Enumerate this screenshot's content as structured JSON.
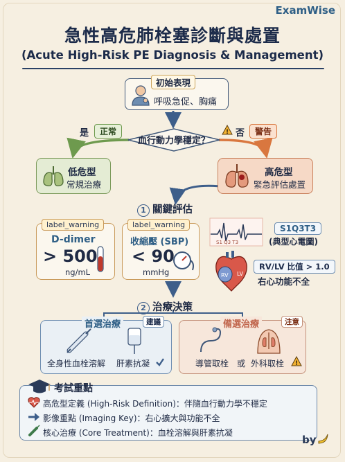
{
  "brand": "ExamWise",
  "title": "急性高危肺栓塞診斷與處置",
  "subtitle": "(Acute High-Risk PE Diagnosis & Management)",
  "initial": {
    "tag": "初始表現",
    "text": "呼吸急促、胸痛"
  },
  "decision": {
    "question": "血行動力學穩定？",
    "yes_label": "是",
    "yes_tag": "正常",
    "no_label": "否",
    "no_tag": "警告"
  },
  "low_risk": {
    "title": "低危型",
    "text": "常規治療"
  },
  "high_risk": {
    "title": "高危型",
    "text": "緊急評估處置"
  },
  "section1": {
    "num": "1",
    "title": "關鍵評估"
  },
  "ddimer": {
    "label": "label_warning",
    "name": "D-dimer",
    "value": "> 500",
    "unit": "ng/mL"
  },
  "sbp": {
    "label": "label_warning",
    "name": "收縮壓 (SBP)",
    "value": "< 90",
    "unit": "mmHg"
  },
  "ecg": {
    "tag": "S1Q3T3",
    "text": "(典型心電圖)",
    "trace_label": "S1 Q3 T3"
  },
  "rvlv": {
    "tag": "RV/LV 比值 > 1.0",
    "text": "右心功能不全",
    "rv": "RV",
    "lv": "LV"
  },
  "section2": {
    "num": "2",
    "title": "治療決策"
  },
  "primary": {
    "title": "首選治療",
    "badge": "建議",
    "item1": "全身性血栓溶解",
    "item2": "肝素抗凝"
  },
  "alternative": {
    "title": "備選治療",
    "badge": "注意",
    "item1": "導管取栓",
    "or": "或",
    "item2": "外科取栓"
  },
  "exam": {
    "title": "考試重點",
    "lines": [
      "高危型定義 (High-Risk Definition)：伴隨血行動力學不穩定",
      "影像重點 (Imaging Key)：右心擴大與功能不全",
      "核心治療 (Core Treatment)：血栓溶解與肝素抗凝"
    ]
  },
  "signature": "by",
  "colors": {
    "navy": "#1c2b4a",
    "green": "#6e9a4e",
    "orange": "#d9773f",
    "blue": "#3d5e8a",
    "red": "#c0392b"
  }
}
